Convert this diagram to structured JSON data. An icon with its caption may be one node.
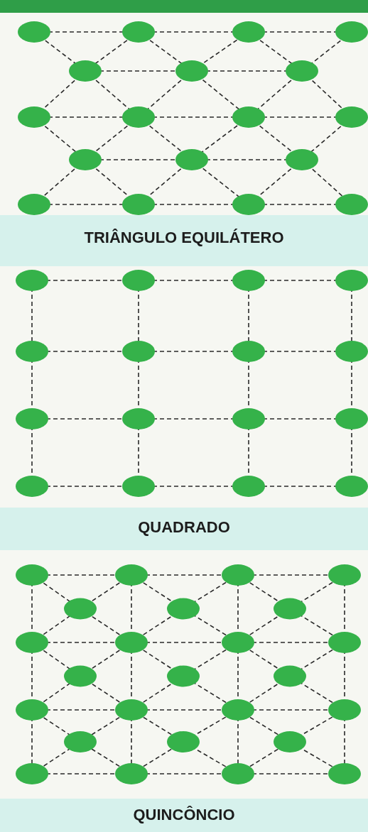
{
  "diagram": {
    "labels": [
      "TRIÂNGULO EQUILÁTERO",
      "QUADRADO",
      "QUINCÔNCIO"
    ]
  }
}
